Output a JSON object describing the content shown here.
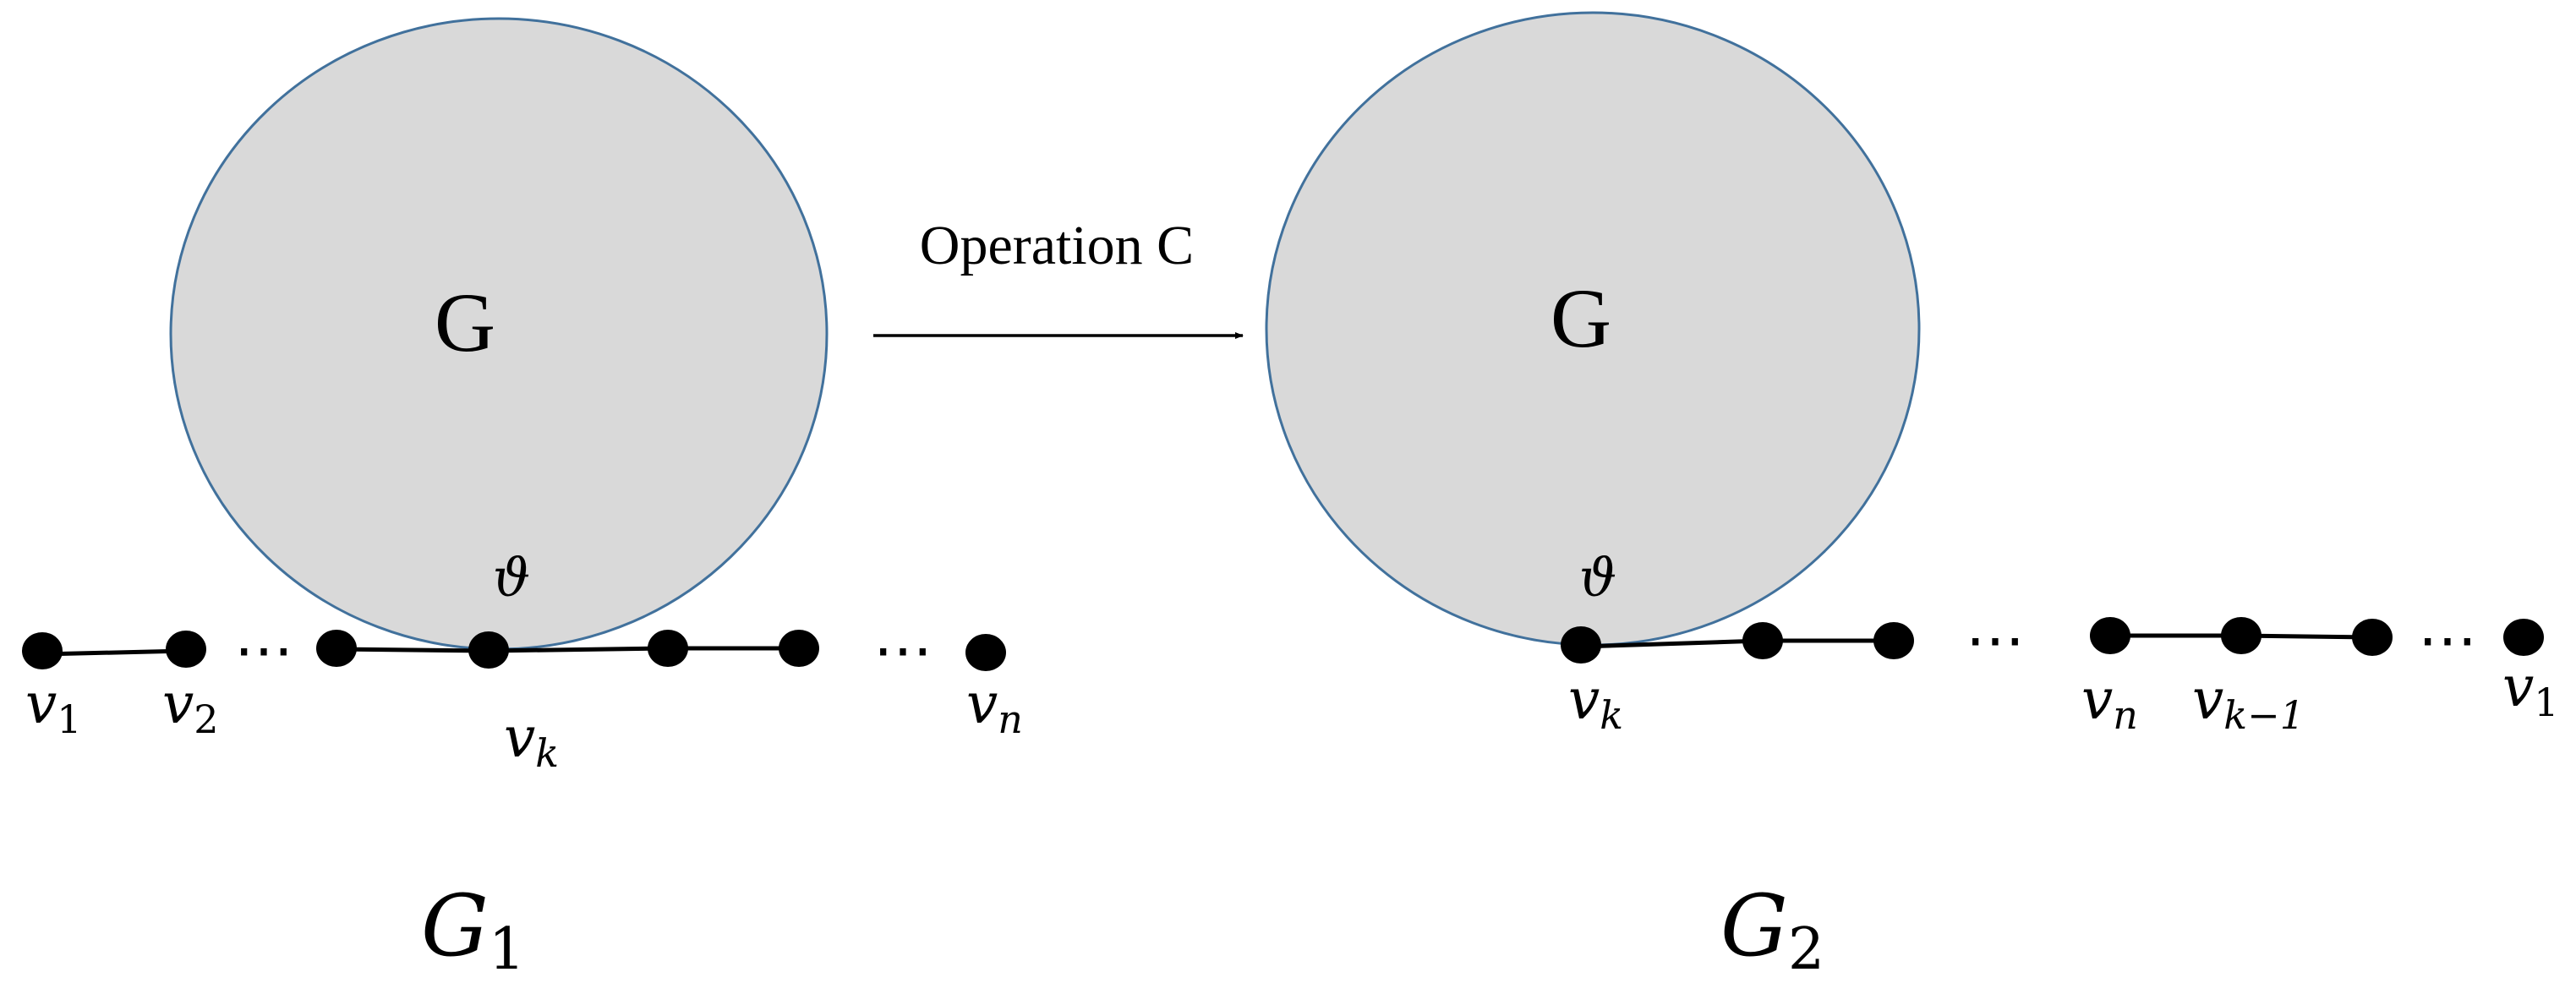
{
  "left_graph": {
    "circle_label": "G",
    "vertex_symbol": "ϑ",
    "vertex_labels": [
      {
        "base": "v",
        "sub": "1"
      },
      {
        "base": "v",
        "sub": "2"
      },
      {
        "base": "v",
        "sub": "k"
      },
      {
        "base": "v",
        "sub": "n"
      }
    ],
    "caption": {
      "base": "G",
      "sub": "1"
    }
  },
  "transition": {
    "label": "Operation C"
  },
  "right_graph": {
    "circle_label": "G",
    "vertex_symbol": "ϑ",
    "vertex_labels": [
      {
        "base": "v",
        "sub": "k"
      },
      {
        "base": "v",
        "sub": "n"
      },
      {
        "base": "v",
        "sub": "k−1"
      },
      {
        "base": "v",
        "sub": "1"
      }
    ],
    "caption": {
      "base": "G",
      "sub": "2"
    }
  },
  "ellipsis": "⋯",
  "colors": {
    "circle_fill": "#d9d9d9",
    "circle_stroke": "#41719c",
    "vertex": "#000000",
    "text": "#000000"
  }
}
